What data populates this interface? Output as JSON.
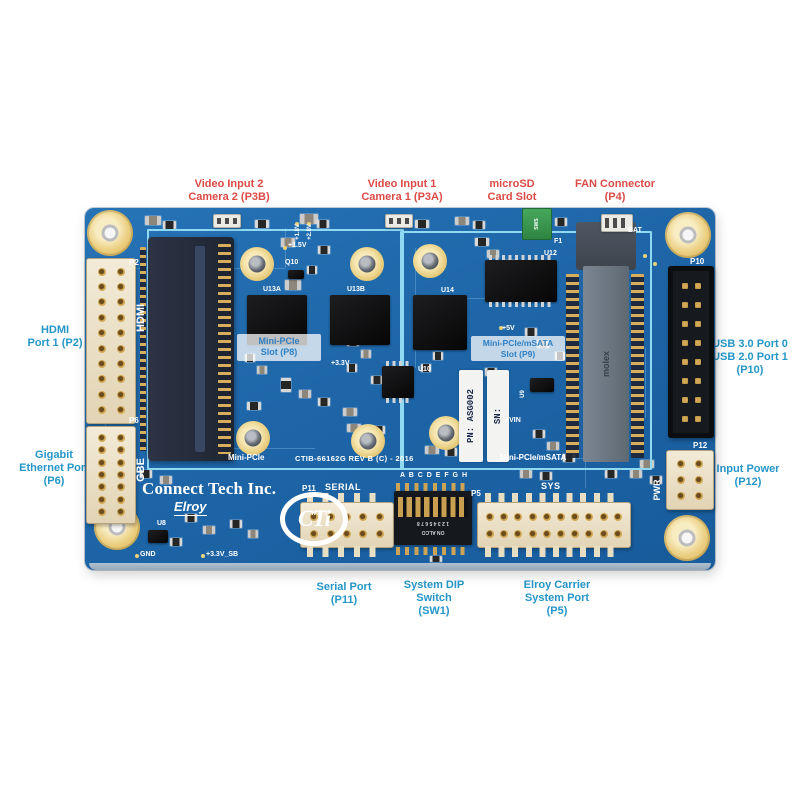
{
  "colors": {
    "pcb_blue": "#1e66a8",
    "callout_red": "#db4a45",
    "callout_blue": "#2596c8",
    "overlay_cyan": "#8fd9f3",
    "gold": "#cda455",
    "connector_tan": "#e9dfc8",
    "silkscreen_white": "#ffffff",
    "microsd_green": "#3a9d50"
  },
  "callouts": {
    "top": [
      {
        "lines": [
          "Video Input 2",
          "Camera 2 (P3B)"
        ]
      },
      {
        "lines": [
          "Video Input 1",
          "Camera 1 (P3A)"
        ]
      },
      {
        "lines": [
          "microSD",
          "Card Slot"
        ]
      },
      {
        "lines": [
          "FAN Connector",
          "(P4)"
        ]
      }
    ],
    "left": [
      {
        "lines": [
          "HDMI",
          "Port 1 (P2)"
        ]
      },
      {
        "lines": [
          "Gigabit",
          "Ethernet Port",
          "(P6)"
        ]
      }
    ],
    "right": [
      {
        "lines": [
          "USB 3.0 Port 0",
          "USB 2.0 Port 1",
          "(P10)"
        ]
      },
      {
        "lines": [
          "Input Power",
          "(P12)"
        ]
      }
    ],
    "bottom": [
      {
        "lines": [
          "Serial Port",
          "(P11)"
        ]
      },
      {
        "lines": [
          "System DIP",
          "Switch",
          "(SW1)"
        ]
      },
      {
        "lines": [
          "Elroy Carrier",
          "System Port",
          "(P5)"
        ]
      }
    ]
  },
  "board": {
    "overlays": {
      "p8": {
        "lines": [
          "Mini-PCIe",
          "Slot (P8)"
        ]
      },
      "p9": {
        "lines": [
          "Mini-PCIe/mSATA",
          "Slot (P9)"
        ]
      }
    },
    "silkscreen": {
      "brand": "Connect Tech Inc.",
      "model": "Elroy",
      "logo": "CTi",
      "board_id": "CTIB-66162G REV B (C) - 2016",
      "slot_left": "Mini-PCIe",
      "slot_right": "Mini-PCIe/mSATA",
      "hdmi": "HDMI",
      "gbe": "GBE",
      "pwr": "PWR",
      "sys": "SYS",
      "serial": "SERIAL",
      "p2": "P2",
      "p5": "P5",
      "p6": "P6",
      "p10": "P10",
      "p11": "P11",
      "p12": "P12",
      "bat": "BAT",
      "gnd": "GND",
      "v33sb": "+3.3V_SB",
      "v15": "+1.5V",
      "v18": "+1.8V",
      "v28": "+2.8V",
      "v33": "+3.3V",
      "v5": "+5V",
      "vin": "+VIN",
      "f1": "F1",
      "pn_label": "PN: ASG002",
      "sn_label": "SN:",
      "molex": "molex",
      "microsd": "SWS"
    },
    "chips": {
      "u13a": "U13A",
      "u13b": "U13B",
      "u14": "U14",
      "u12": "U12",
      "u10": "U10",
      "u9": "U9",
      "u8": "U8",
      "q10": "Q10"
    },
    "dip": {
      "letters": "A B C D E F G H",
      "numbers": "1 2 3 4 5 6 7 8",
      "body": "ON  ALCO"
    }
  }
}
